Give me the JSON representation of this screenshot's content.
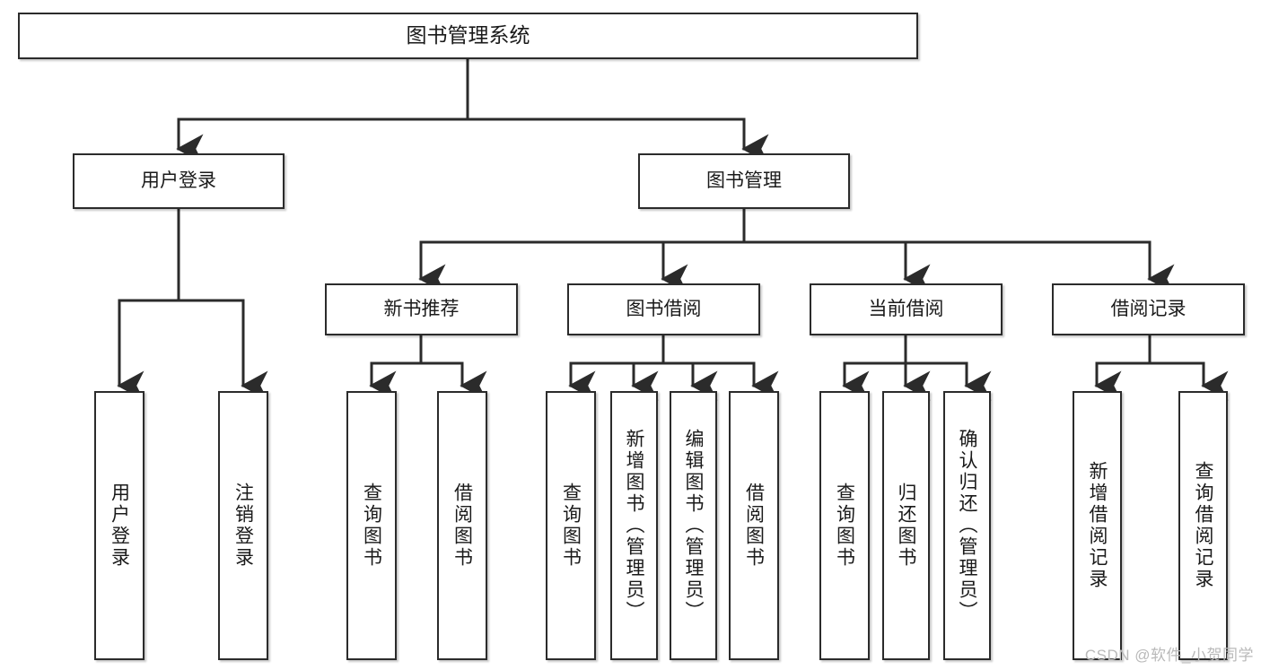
{
  "diagram": {
    "title": "图书管理系统",
    "watermark": "CSDN @软件_小贺同学",
    "colors": {
      "box_border": "#2b2b2b",
      "box_fill": "#ffffff",
      "wire": "#2b2b2b",
      "text": "#1a1a1a",
      "watermark": "#b9b9b9",
      "background": "#ffffff"
    },
    "root": {
      "label": "图书管理系统"
    },
    "level2": [
      {
        "label": "用户登录"
      },
      {
        "label": "图书管理"
      }
    ],
    "level3": [
      {
        "label": "新书推荐"
      },
      {
        "label": "图书借阅"
      },
      {
        "label": "当前借阅"
      },
      {
        "label": "借阅记录"
      }
    ],
    "leaves": {
      "user_login": [
        {
          "label": "用户登录"
        },
        {
          "label": "注销登录"
        }
      ],
      "new_book_recommend": [
        {
          "label": "查询图书"
        },
        {
          "label": "借阅图书"
        }
      ],
      "book_borrow": [
        {
          "label": "查询图书"
        },
        {
          "label": "新增图书（管理员）"
        },
        {
          "label": "编辑图书（管理员）"
        },
        {
          "label": "借阅图书"
        }
      ],
      "current_borrow": [
        {
          "label": "查询图书"
        },
        {
          "label": "归还图书"
        },
        {
          "label": "确认归还（管理员）"
        }
      ],
      "borrow_record": [
        {
          "label": "新增借阅记录"
        },
        {
          "label": "查询借阅记录"
        }
      ]
    }
  }
}
